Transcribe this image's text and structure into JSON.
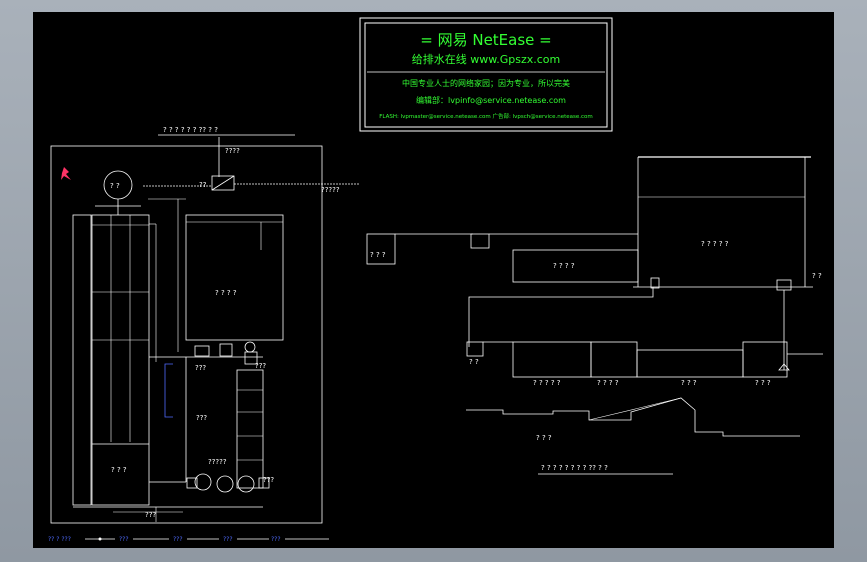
{
  "title_block": {
    "line1": "=  网易 NetEase  =",
    "line2": "给排水在线    www.Gpszx.com",
    "line3": "中国专业人士的网络家园；因为专业，所以完美",
    "line4": "编辑部：lvpinfo@service.netease.com",
    "line5": "FLASH: lvpmaster@service.netease.com  广告部: lvpsch@service.netease.com"
  },
  "left_diagram": {
    "title": "? ? ? ? ? ? ?? ? ?",
    "labels": {
      "top_valve": "????",
      "right_pipe": "?????",
      "gauge": "? ?",
      "valve_left": "??",
      "tank_label": "? ? ? ?",
      "col_bottom": "? ? ?",
      "pump_label": "?????",
      "mark_a": "???",
      "mark_b": "???",
      "mark_c": "???",
      "mark_d": "???",
      "bottom_dim": "???"
    },
    "legend": [
      "?? ? ???",
      "???",
      "???",
      "???",
      "???"
    ]
  },
  "right_diagram": {
    "tank_label": "? ? ? ? ?",
    "channel_label": "? ? ? ?",
    "chamber_labels": [
      "? ? ? ? ?",
      "? ? ? ?",
      "? ? ?",
      "? ? ?"
    ],
    "small_tank_label": "? ? ?",
    "right_tag": "? ?",
    "bottom_label": "? ?",
    "bottom_label2": "? ? ?",
    "title": "? ? ? ? ? ? ? ? ?? ? ?"
  }
}
